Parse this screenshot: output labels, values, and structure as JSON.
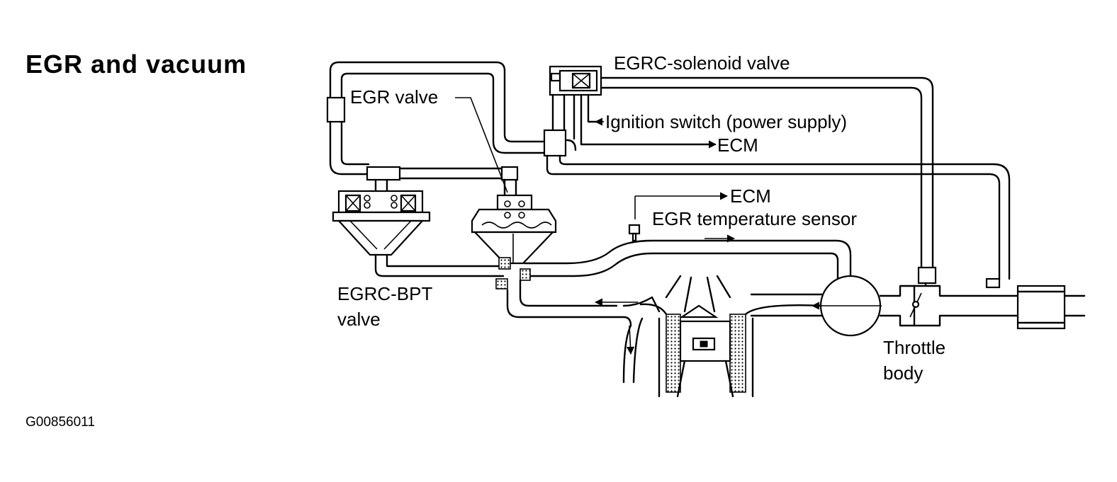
{
  "title": "EGR and vacuum",
  "figure_id": "G00856011",
  "labels": {
    "egrc_solenoid_valve": "EGRC-solenoid valve",
    "egr_valve": "EGR valve",
    "ignition_switch": "Ignition switch (power supply)",
    "ecm_upper": "ECM",
    "ecm_lower": "ECM",
    "egr_temperature_sensor": "EGR temperature sensor",
    "egrc_bpt_valve_line1": "EGRC-BPT",
    "egrc_bpt_valve_line2": "valve",
    "throttle_body_line1": "Throttle",
    "throttle_body_line2": "body"
  },
  "colors": {
    "line": "#000000",
    "background": "#ffffff"
  }
}
